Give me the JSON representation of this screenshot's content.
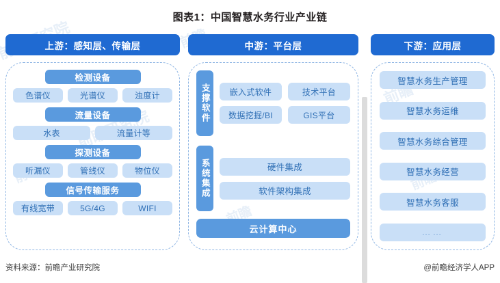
{
  "title": "图表1：中国智慧水务行业产业链",
  "watermarks": [
    "前瞻研究院",
    "前瞻",
    "前瞻研究院",
    "前瞻",
    "前瞻",
    "前瞻",
    "前瞻"
  ],
  "columns": {
    "upstream": {
      "header": "上游：感知层、传输层",
      "groups": [
        {
          "category": "检测设备",
          "items": [
            "色谱仪",
            "光谱仪",
            "浊度计"
          ]
        },
        {
          "category": "流量设备",
          "items": [
            "水表",
            "流量计等"
          ]
        },
        {
          "category": "探测设备",
          "items": [
            "听漏仪",
            "管线仪",
            "物位仪"
          ]
        },
        {
          "category": "信号传输服务",
          "items": [
            "有线宽带",
            "5G/4G",
            "WIFI"
          ]
        }
      ]
    },
    "midstream": {
      "header": "中游：平台层",
      "support": {
        "label": "支撑软件",
        "items": [
          "嵌入式软件",
          "技术平台",
          "数据挖掘/BI",
          "GIS平台"
        ]
      },
      "integration": {
        "label": "系统集成",
        "items": [
          "硬件集成",
          "软件架构集成"
        ]
      },
      "cloud": "云计算中心"
    },
    "downstream": {
      "header": "下游：应用层",
      "items": [
        "智慧水务生产管理",
        "智慧水务运维",
        "智慧水务综合管理",
        "智慧水务经营",
        "智慧水务客服",
        "……"
      ]
    }
  },
  "footer": {
    "source": "资料来源：前瞻产业研究院",
    "brand": "@前瞻经济学人APP"
  },
  "colors": {
    "header_blue": "#1f6ad2",
    "category_blue": "#5a9ade",
    "item_blue": "#c9dff7",
    "item_text": "#2f6fb5",
    "dashed_border": "#8fb6e4",
    "divider_grey": "#dcdcdc"
  }
}
